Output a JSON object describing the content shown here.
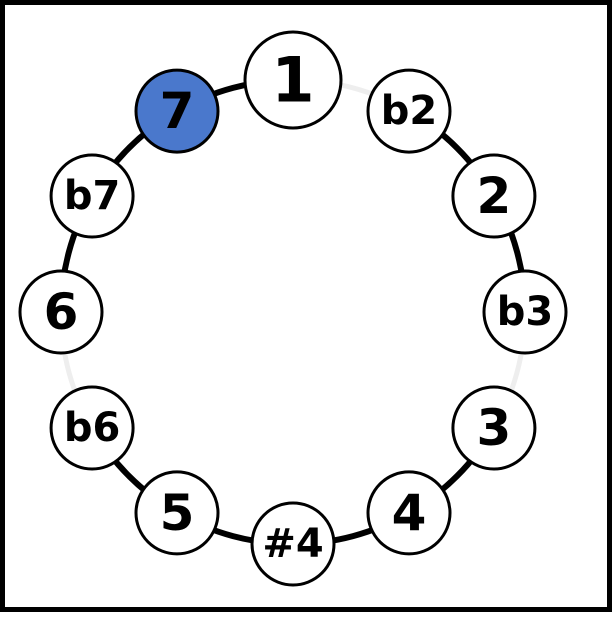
{
  "diagram": {
    "colors": {
      "background": "#ffffff",
      "frame": "#000000",
      "ring": "#000000",
      "ring_faint": "#eeeeee",
      "node_fill": "#ffffff",
      "node_stroke": "#000000",
      "highlight_fill": "#4a78cc"
    },
    "nodes": [
      {
        "label": "1",
        "highlighted": false,
        "ring_gap": true
      },
      {
        "label": "b2",
        "highlighted": false,
        "ring_gap": false
      },
      {
        "label": "2",
        "highlighted": false,
        "ring_gap": false
      },
      {
        "label": "b3",
        "highlighted": false,
        "ring_gap": true
      },
      {
        "label": "3",
        "highlighted": false,
        "ring_gap": false
      },
      {
        "label": "4",
        "highlighted": false,
        "ring_gap": false
      },
      {
        "label": "#4",
        "highlighted": false,
        "ring_gap": false
      },
      {
        "label": "5",
        "highlighted": false,
        "ring_gap": false
      },
      {
        "label": "b6",
        "highlighted": false,
        "ring_gap": true
      },
      {
        "label": "6",
        "highlighted": false,
        "ring_gap": false
      },
      {
        "label": "b7",
        "highlighted": false,
        "ring_gap": false
      },
      {
        "label": "7",
        "highlighted": true,
        "ring_gap": false
      }
    ]
  }
}
